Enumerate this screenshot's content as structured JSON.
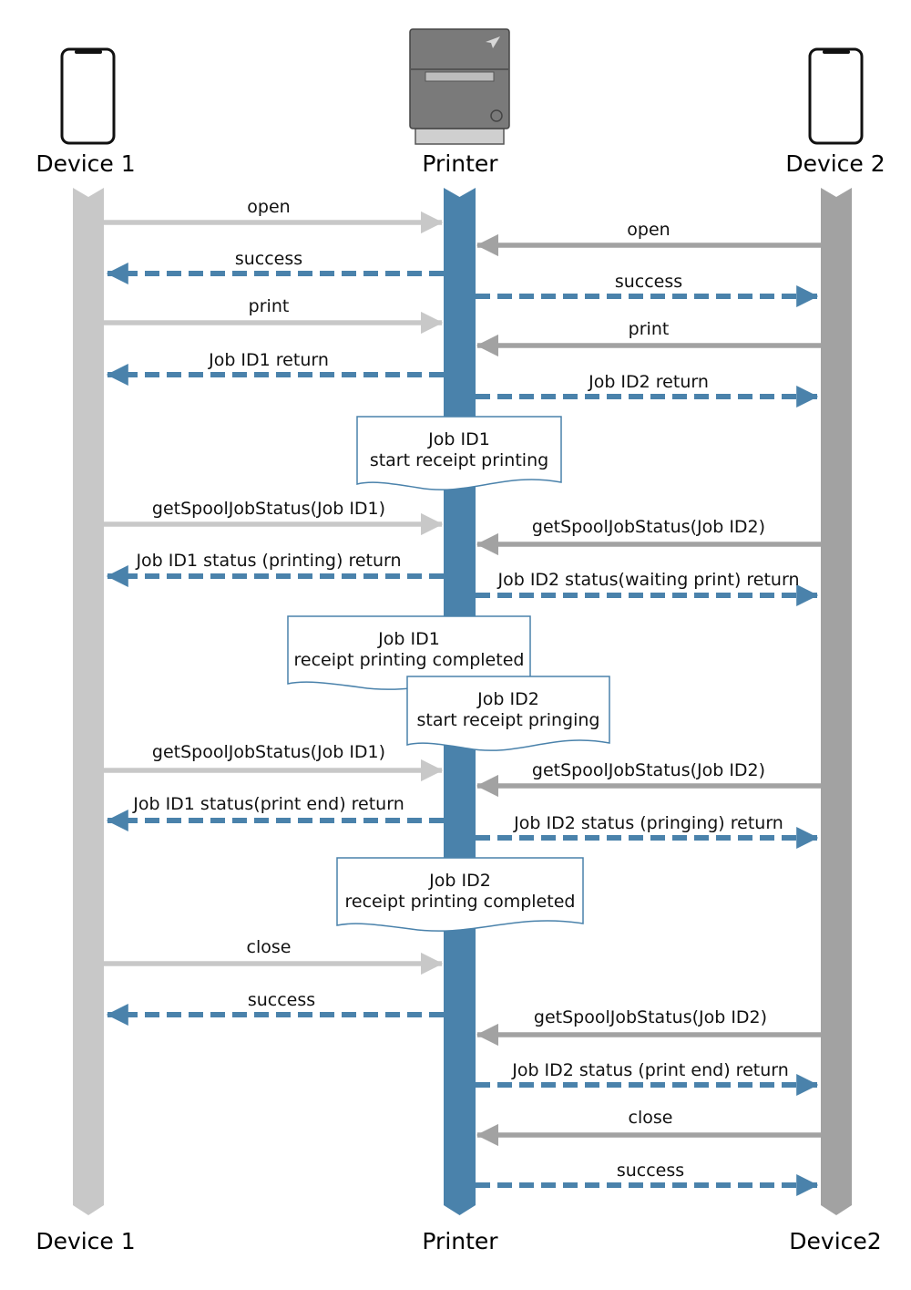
{
  "participants": {
    "left": {
      "top": "Device 1",
      "bottom": "Device 1",
      "color": "#c8c8c8",
      "icon": "smartphone-icon"
    },
    "center": {
      "top": "Printer",
      "bottom": "Printer",
      "color": "#4a82ab",
      "icon": "printer-icon"
    },
    "right": {
      "top": "Device 2",
      "bottom": "Device2",
      "color": "#a2a2a2",
      "icon": "smartphone-icon"
    }
  },
  "colors": {
    "dashed": "#4a82ab",
    "lightSolid": "#c8c8c8",
    "darkSolid": "#a2a2a2"
  },
  "messages": [
    {
      "label": "open",
      "from": "left",
      "to": "center",
      "style": "solid"
    },
    {
      "label": "open",
      "from": "right",
      "to": "center",
      "style": "solid"
    },
    {
      "label": "success",
      "from": "center",
      "to": "left",
      "style": "dashed"
    },
    {
      "label": "success",
      "from": "center",
      "to": "right",
      "style": "dashed"
    },
    {
      "label": "print",
      "from": "left",
      "to": "center",
      "style": "solid"
    },
    {
      "label": "print",
      "from": "right",
      "to": "center",
      "style": "solid"
    },
    {
      "label": "Job ID1 return",
      "from": "center",
      "to": "left",
      "style": "dashed"
    },
    {
      "label": "Job ID2 return",
      "from": "center",
      "to": "right",
      "style": "dashed"
    },
    {
      "label": "getSpoolJobStatus(Job ID1)",
      "from": "left",
      "to": "center",
      "style": "solid"
    },
    {
      "label": "getSpoolJobStatus(Job ID2)",
      "from": "right",
      "to": "center",
      "style": "solid"
    },
    {
      "label": "Job ID1 status (printing) return",
      "from": "center",
      "to": "left",
      "style": "dashed"
    },
    {
      "label": "Job ID2 status(waiting print) return",
      "from": "center",
      "to": "right",
      "style": "dashed"
    },
    {
      "label": "getSpoolJobStatus(Job ID1)",
      "from": "left",
      "to": "center",
      "style": "solid"
    },
    {
      "label": "getSpoolJobStatus(Job ID2)",
      "from": "right",
      "to": "center",
      "style": "solid"
    },
    {
      "label": "Job ID1 status(print end) return",
      "from": "center",
      "to": "left",
      "style": "dashed"
    },
    {
      "label": "Job ID2 status (pringing) return",
      "from": "center",
      "to": "right",
      "style": "dashed"
    },
    {
      "label": "close",
      "from": "left",
      "to": "center",
      "style": "solid"
    },
    {
      "label": "success",
      "from": "center",
      "to": "left",
      "style": "dashed"
    },
    {
      "label": "getSpoolJobStatus(Job ID2)",
      "from": "right",
      "to": "center",
      "style": "solid"
    },
    {
      "label": "Job ID2 status (print end) return",
      "from": "center",
      "to": "right",
      "style": "dashed"
    },
    {
      "label": "close",
      "from": "right",
      "to": "center",
      "style": "solid"
    },
    {
      "label": "success",
      "from": "center",
      "to": "right",
      "style": "dashed"
    }
  ],
  "notes": [
    {
      "line1": "Job ID1",
      "line2": "start receipt printing"
    },
    {
      "line1": "Job ID1",
      "line2": "receipt printing completed"
    },
    {
      "line1": "Job ID2",
      "line2": "start receipt pringing"
    },
    {
      "line1": "Job ID2",
      "line2": "receipt printing completed"
    }
  ]
}
